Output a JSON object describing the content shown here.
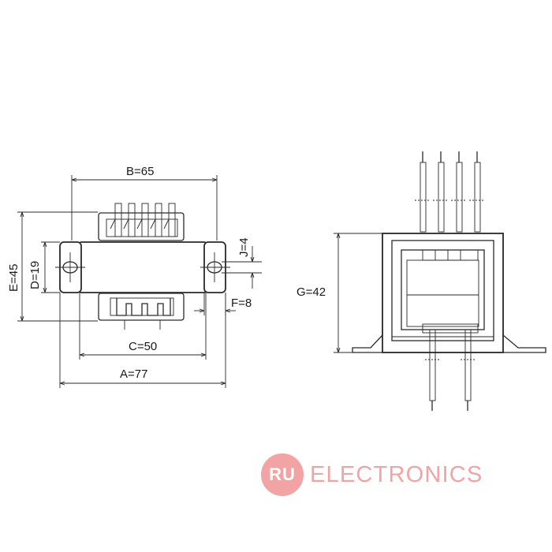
{
  "dimensions": {
    "a": "A=77",
    "b": "B=65",
    "c": "C=50",
    "d": "D=19",
    "e": "E=45",
    "f": "F=8",
    "g": "G=42",
    "j": "J=4"
  },
  "watermark": {
    "badge": "RU",
    "word": "ELECTRONICS",
    "color": "#f2a3a3"
  }
}
